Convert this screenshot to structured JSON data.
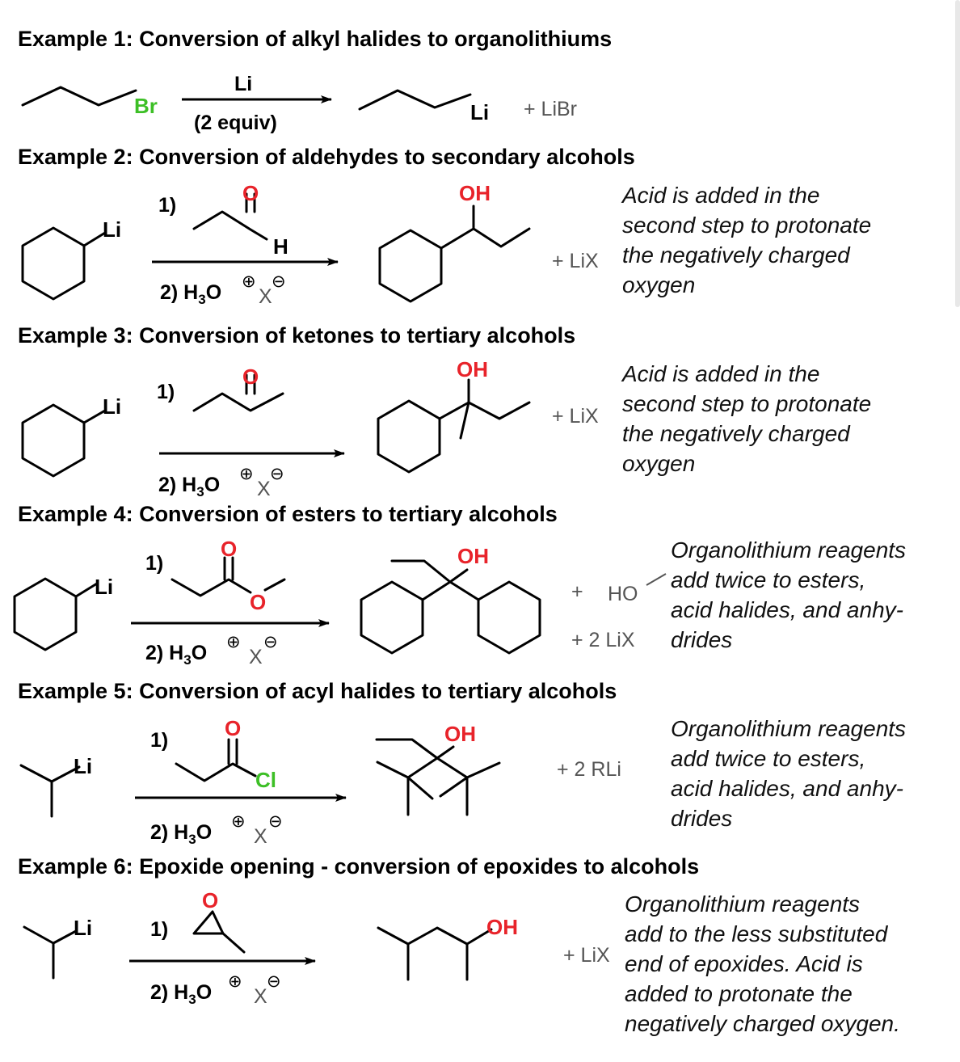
{
  "colors": {
    "oxygen": "#e8232a",
    "bromine": "#3dbf26",
    "chlorine": "#3dbf26",
    "text": "#000000",
    "byproduct": "#555555"
  },
  "examples": [
    {
      "heading": "Example 1: Conversion of alkyl halides to organolithiums",
      "reactant_label": "Br",
      "reagent_top": "Li",
      "reagent_bottom": "(2 equiv)",
      "product_label": "Li",
      "byproduct": "+ LiBr"
    },
    {
      "heading": "Example 2: Conversion of aldehydes to secondary alcohols",
      "reactant_label": "Li",
      "step1": "1)",
      "reagent_O": "O",
      "reagent_H": "H",
      "step2_prefix": "2) H",
      "step2_sub": "3",
      "step2_O": "O",
      "charge_plus": "⊕",
      "counter_ion": "X",
      "charge_minus": "⊖",
      "product_OH": "OH",
      "byproduct": "+ LiX",
      "note": [
        "Acid is added in the",
        "second step to protonate",
        "the negatively charged",
        "oxygen"
      ]
    },
    {
      "heading": "Example 3: Conversion of ketones to tertiary alcohols",
      "reactant_label": "Li",
      "step1": "1)",
      "reagent_O": "O",
      "step2_prefix": "2) H",
      "step2_sub": "3",
      "step2_O": "O",
      "charge_plus": "⊕",
      "counter_ion": "X",
      "charge_minus": "⊖",
      "product_OH": "OH",
      "byproduct": "+ LiX",
      "note": [
        "Acid is added in the",
        "second step to protonate",
        "the negatively charged",
        "oxygen"
      ]
    },
    {
      "heading": "Example 4: Conversion of esters to tertiary alcohols",
      "reactant_label": "Li",
      "step1": "1)",
      "reagent_O": "O",
      "reagent_O2": "O",
      "step2_prefix": "2) H",
      "step2_sub": "3",
      "step2_O": "O",
      "charge_plus": "⊕",
      "counter_ion": "X",
      "charge_minus": "⊖",
      "product_OH": "OH",
      "byproduct_1": "+",
      "byproduct_1b": "HO",
      "byproduct_2": "+ 2 LiX",
      "note": [
        "Organolithium reagents",
        "add twice to esters,",
        "acid halides, and anhy-",
        "drides"
      ]
    },
    {
      "heading": "Example 5: Conversion of acyl halides to tertiary alcohols",
      "reactant_label": "Li",
      "step1": "1)",
      "reagent_O": "O",
      "reagent_Cl": "Cl",
      "step2_prefix": "2) H",
      "step2_sub": "3",
      "step2_O": "O",
      "charge_plus": "⊕",
      "counter_ion": "X",
      "charge_minus": "⊖",
      "product_OH": "OH",
      "byproduct": "+ 2 RLi",
      "note": [
        "Organolithium reagents",
        "add twice to esters,",
        "acid halides, and anhy-",
        "drides"
      ]
    },
    {
      "heading": "Example 6: Epoxide opening - conversion of epoxides to alcohols",
      "reactant_label": "Li",
      "step1": "1)",
      "reagent_O": "O",
      "step2_prefix": "2) H",
      "step2_sub": "3",
      "step2_O": "O",
      "charge_plus": "⊕",
      "counter_ion": "X",
      "charge_minus": "⊖",
      "product_OH": "OH",
      "byproduct": "+ LiX",
      "note": [
        "Organolithium reagents",
        "add to the less substituted",
        "end of epoxides. Acid is",
        "added to protonate the",
        "negatively charged oxygen."
      ]
    }
  ]
}
